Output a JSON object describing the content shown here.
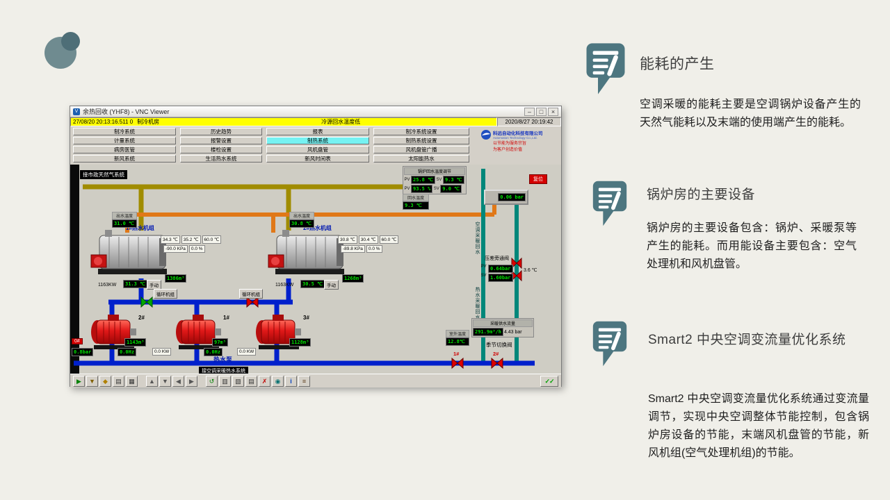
{
  "slide": {
    "accent": "#4d7680"
  },
  "sections": [
    {
      "title": "能耗的产生",
      "body": "空调采暖的能耗主要是空调锅炉设备产生的天然气能耗以及末端的使用端产生的能耗。"
    },
    {
      "title": "锅炉房的主要设备",
      "body": "锅炉房的主要设备包含：锅炉、采暖泵等产生的能耗。而用能设备主要包含：空气处理机和风机盘管。"
    },
    {
      "title": "Smart2 中央空调变流量优化系统",
      "body": "Smart2 中央空调变流量优化系统通过变流量调节，实现中央空调整体节能控制，包含锅炉房设备的节能，末端风机盘管的节能，新风机组(空气处理机组)的节能。"
    }
  ],
  "window": {
    "title": "余热回收 (YHF8) - VNC Viewer",
    "icon_label": "V",
    "controls": {
      "min": "–",
      "max": "□",
      "close": "×"
    },
    "alarm": {
      "time": "27/08/20 20:13:16.511 0",
      "location": "制冷机房",
      "message": "冷源回水温度低"
    },
    "datetime": "2020/8/27 20:19:42",
    "logo": {
      "company": "科远自动化科技有限公司",
      "english": "Automation Technology Co.,Ltd.",
      "slogan1": "以节能为服务宗旨",
      "slogan2": "为客户创造价值"
    },
    "menu": {
      "rows": [
        [
          "制冷系统",
          "历史趋势",
          "报表",
          "制冷系统设置"
        ],
        [
          "计量系统",
          "报警设置",
          "制热系统",
          "制热系统设置"
        ],
        [
          "病房医管",
          "楼检设置",
          "风机盘管",
          "风机盘管广播"
        ],
        [
          "新风系统",
          "生活热水系统",
          "新风时间表",
          "太阳能热水"
        ]
      ]
    }
  },
  "hmi": {
    "gas_source_label": "接市政天然气系统",
    "system_label": "接空调采暖热水系统",
    "sensor_panel": {
      "title": "锅炉回水温度调节",
      "pv_label": "PV",
      "sv_label": "SV",
      "pv1": "25.8 ℃",
      "sv1": "9.3 ℃",
      "pv2": "93.5 %",
      "sv2": "9.0 ℃"
    },
    "return_temp": {
      "label": "回水温度",
      "value": "9.3 ℃"
    },
    "header_pressure": "0.06 bar",
    "reset_button": "复位",
    "boiler1": {
      "name": "1#热水机组",
      "top_label": "出水温度",
      "top_value": "31.0 ℃",
      "t1": "34.3 ℃",
      "t2": "35.2 ℃",
      "t3": "60.0 ℃",
      "p": "-90.0 KPa",
      "pct": "0.0 %",
      "power": "1163KW",
      "out": "31.3 ℃",
      "mode": "手动",
      "flow": "1386m³"
    },
    "boiler2": {
      "name": "2#热水机组",
      "top_label": "出水温度",
      "top_value": "30.8 ℃",
      "t1": "30.8 ℃",
      "t2": "30.4 ℃",
      "t3": "60.0 ℃",
      "p": "-89.8 KPa",
      "pct": "0.0 %",
      "power": "1163KW",
      "out": "30.5 ℃",
      "mode": "手动",
      "flow": "1268m³"
    },
    "loop_btn1": "循环机组",
    "loop_btn2": "循环机组",
    "pumps": {
      "label": "热水泵",
      "p2": {
        "tag": "2#",
        "flow": "1143m³",
        "hz": "0.0Hz",
        "kw": "0.0 KW"
      },
      "p1": {
        "tag": "1#",
        "flow": "97m³",
        "hz": "0.0Hz",
        "kw": "0.0 KW"
      },
      "p3": {
        "tag": "3#",
        "flow": "1128m³"
      }
    },
    "left_gauge": {
      "tag": "0#",
      "value": "0.8bar"
    },
    "bypass": {
      "label": "压差旁通阀",
      "pv_label": "PV",
      "sv_label": "SV",
      "pv": "0.64bar",
      "sv": "1.60bar",
      "temp": "3.6 ℃"
    },
    "season_valve": "季节切换阀",
    "valve1": "1#",
    "valve2": "2#",
    "riser1_label": "空调采暖回水",
    "riser2_label": "热水采暖回水",
    "outdoor": {
      "label": "室外温度",
      "value": "12.8℃"
    },
    "flow_station": {
      "label": "采暖供水流量",
      "flow": "291.9m³/h",
      "pressure": "4.43 bar"
    }
  },
  "toolbar": {
    "icons": [
      {
        "name": "run",
        "glyph": "▶"
      },
      {
        "name": "filter",
        "glyph": "▼"
      },
      {
        "name": "key",
        "glyph": "◆"
      },
      {
        "name": "print",
        "glyph": "▤"
      },
      {
        "name": "panel",
        "glyph": "▦"
      },
      {
        "name": "nav-up",
        "glyph": "▲"
      },
      {
        "name": "nav-down",
        "glyph": "▼"
      },
      {
        "name": "nav-left",
        "glyph": "◀"
      },
      {
        "name": "nav-right",
        "glyph": "▶"
      },
      {
        "name": "refresh",
        "glyph": "↺"
      },
      {
        "name": "trend",
        "glyph": "▥"
      },
      {
        "name": "report",
        "glyph": "▧"
      },
      {
        "name": "alarm-list",
        "glyph": "▤"
      },
      {
        "name": "delete",
        "glyph": "✗"
      },
      {
        "name": "disc",
        "glyph": "◉"
      },
      {
        "name": "info",
        "glyph": "i"
      },
      {
        "name": "mute",
        "glyph": "≡"
      },
      {
        "name": "confirm",
        "glyph": "✓✓"
      }
    ]
  }
}
